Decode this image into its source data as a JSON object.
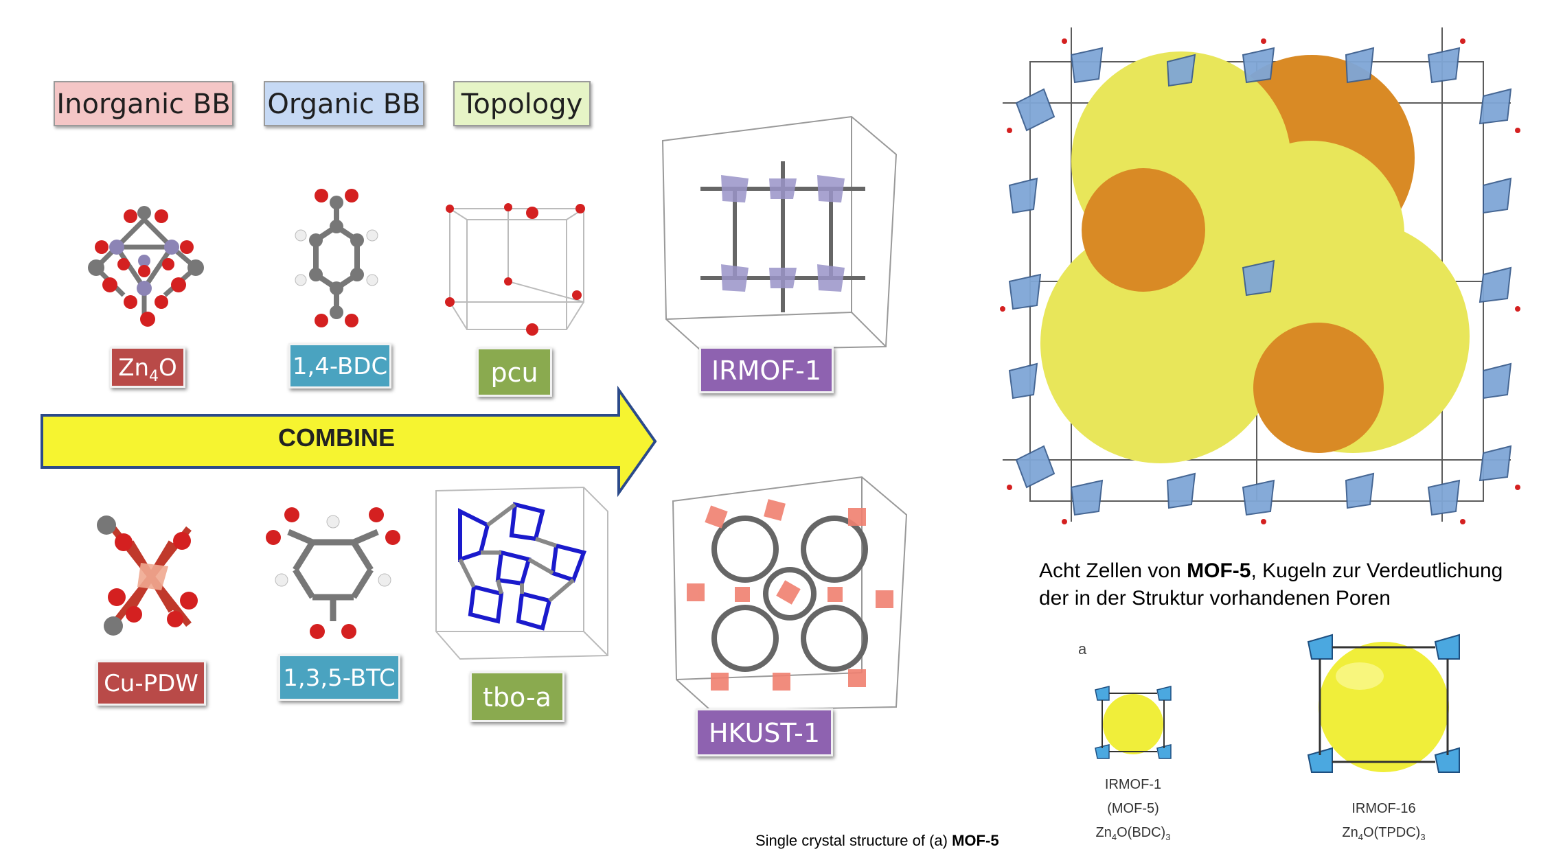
{
  "headers": {
    "inorganic": "Inorganic BB",
    "organic": "Organic BB",
    "topology": "Topology"
  },
  "top_row": {
    "inorganic_label": "Zn4O",
    "inorganic_base": "Zn",
    "inorganic_sub": "4",
    "inorganic_tail": "O",
    "organic_label": "1,4-BDC",
    "topology_label": "pcu",
    "product_label": "IRMOF-1"
  },
  "arrow_label": "COMBINE",
  "bottom_row": {
    "inorganic_label": "Cu-PDW",
    "organic_label": "1,3,5-BTC",
    "topology_label": "tbo-a",
    "product_label": "HKUST-1"
  },
  "mof5_caption": {
    "prefix": "Acht Zellen von ",
    "bold": "MOF-5",
    "suffix": ", Kugeln zur Verdeutlichung",
    "line2": "der in der Struktur vorhandenen Poren"
  },
  "panel_a": {
    "letter": "a",
    "irmof1_name": "IRMOF-1",
    "irmof1_alt": "(MOF-5)",
    "irmof1_formula_base": "Zn",
    "irmof1_formula_sub1": "4",
    "irmof1_formula_mid": "O(BDC)",
    "irmof1_formula_sub2": "3",
    "irmof16_name": "IRMOF-16",
    "irmof16_formula_base": "Zn",
    "irmof16_formula_sub1": "4",
    "irmof16_formula_mid": "O(TPDC)",
    "irmof16_formula_sub2": "3"
  },
  "bottom_caption": {
    "prefix": "Single crystal structure of (a) ",
    "bold": "MOF-5"
  },
  "colors": {
    "inorganic_header_bg": "#f4c6c6",
    "organic_header_bg": "#c6d9f4",
    "topology_header_bg": "#e6f4c6",
    "red_tag": "#b94a48",
    "teal_tag": "#4aa3c0",
    "green_tag": "#8aaa4f",
    "purple_tag": "#8e62b0",
    "arrow_fill": "#f6f430",
    "arrow_stroke": "#2b4a8a",
    "sphere_yellow": "#e8e65a",
    "sphere_orange": "#d98a25",
    "polyhedra_blue": "#7fa6d6"
  }
}
